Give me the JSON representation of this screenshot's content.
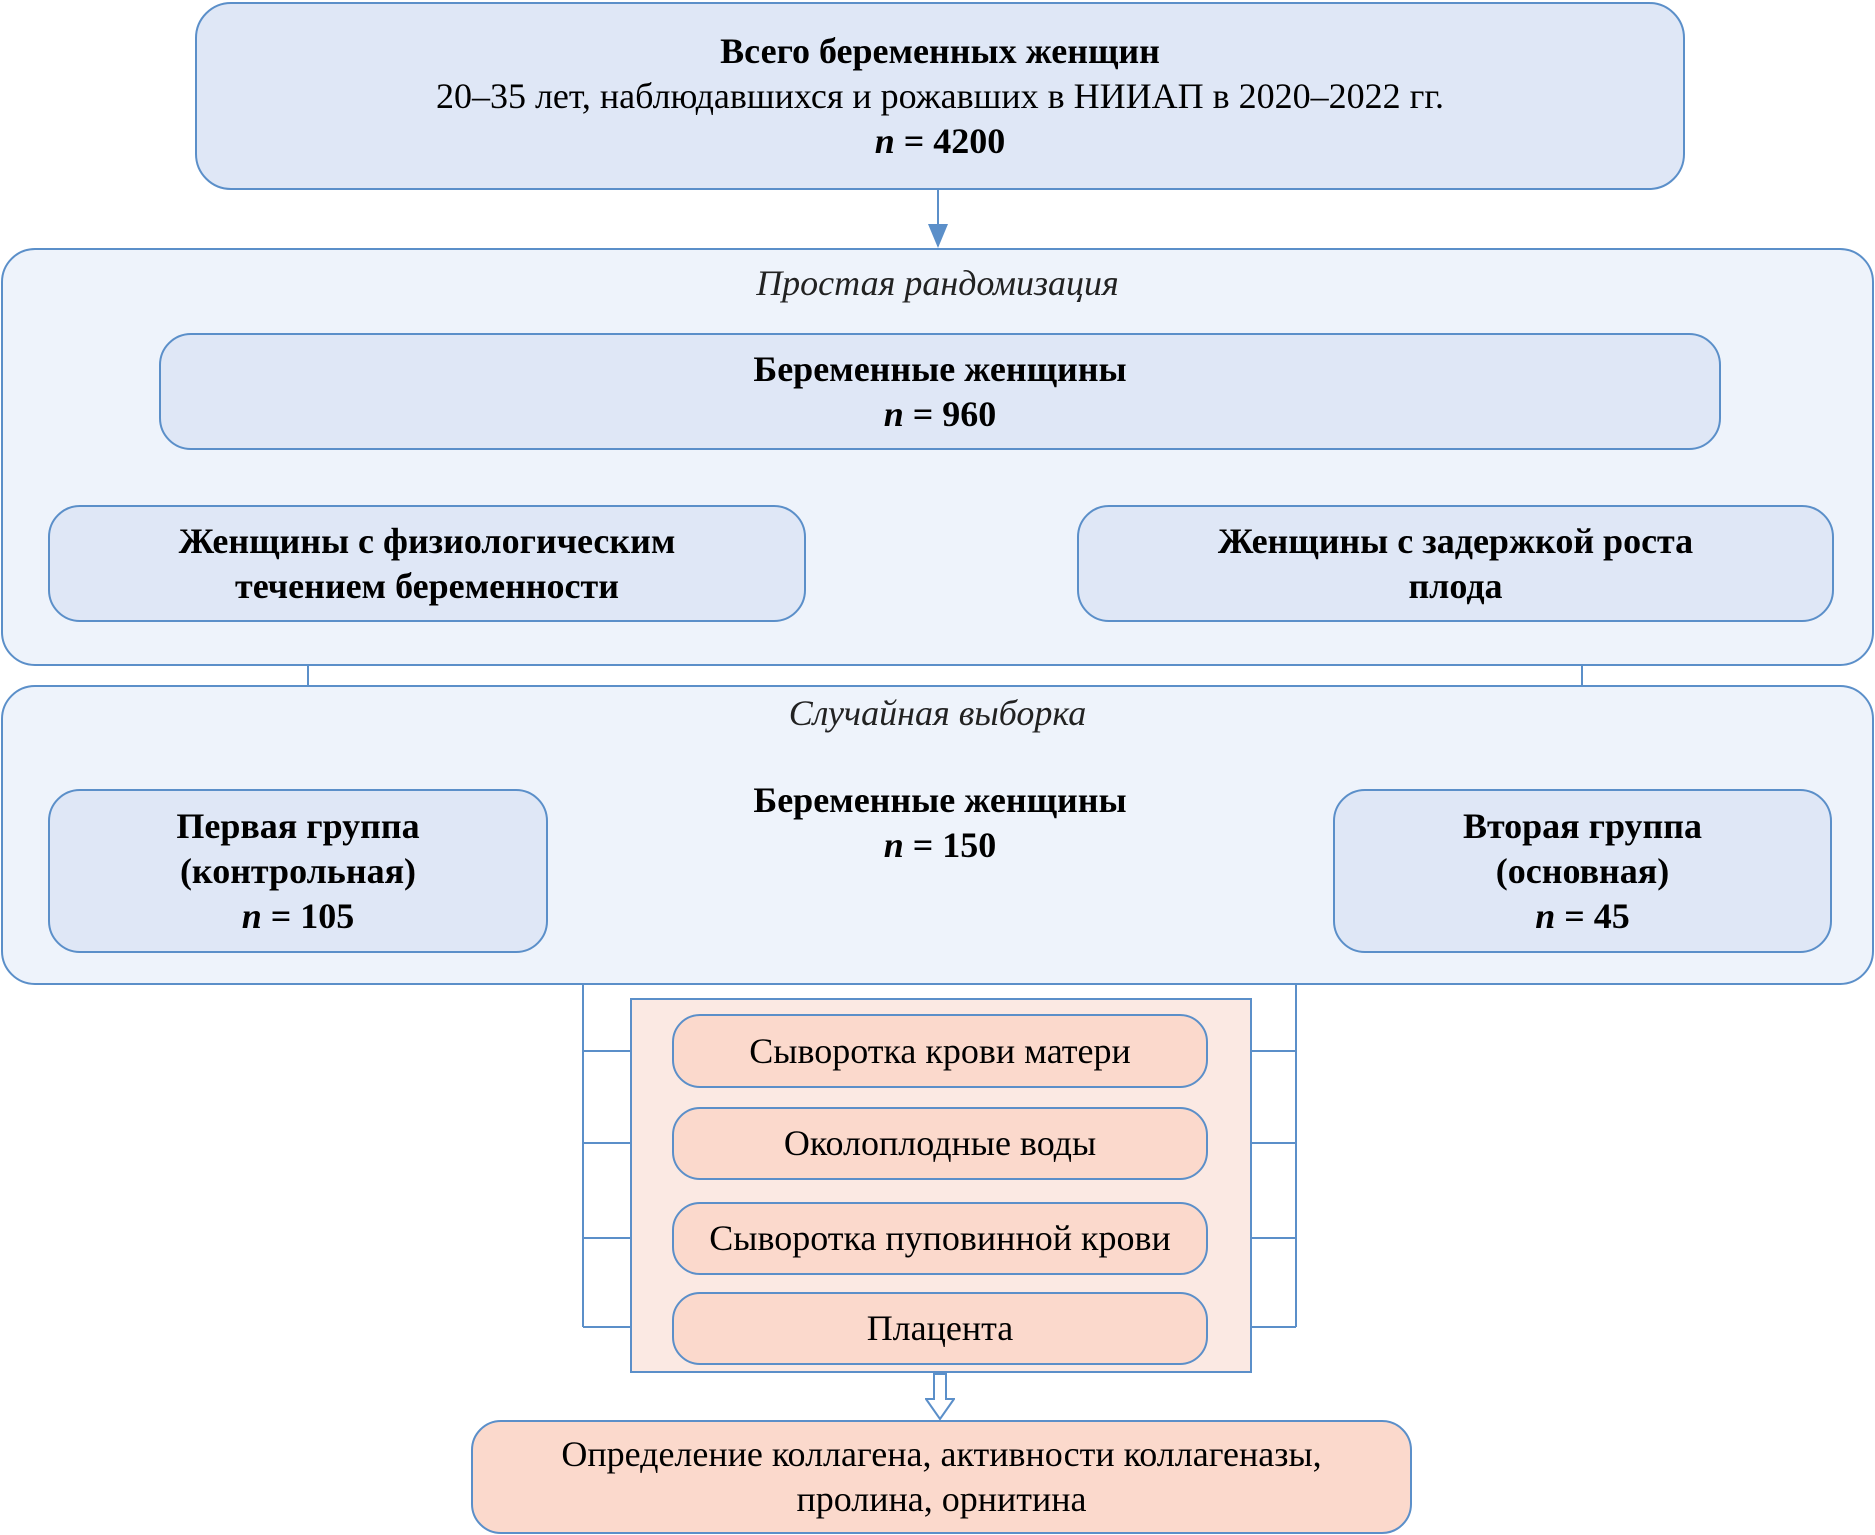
{
  "top_box": {
    "title": "Всего беременных женщин",
    "subtitle": "20–35 лет, наблюдавшихся и рожавших в НИИАП в 2020–2022 гг.",
    "n_label": "n",
    "n_value": "= 4200"
  },
  "section1": {
    "caption": "Простая рандомизация",
    "pregnant_box": {
      "title": "Беременные женщины",
      "n_label": "n",
      "n_value": "= 960"
    },
    "left_box": {
      "line1": "Женщины с физиологическим",
      "line2": "течением беременности"
    },
    "right_box": {
      "line1": "Женщины с задержкой роста",
      "line2": "плода"
    }
  },
  "section2": {
    "caption": "Случайная выборка",
    "center": {
      "title": "Беременные женщины",
      "n_label": "n",
      "n_value": "= 150"
    },
    "group1": {
      "line1": "Первая группа",
      "line2": "(контрольная)",
      "n_label": "n",
      "n_value": "= 105"
    },
    "group2": {
      "line1": "Вторая группа",
      "line2": "(основная)",
      "n_label": "n",
      "n_value": "= 45"
    }
  },
  "specimens": [
    "Сыворотка крови матери",
    "Околоплодные воды",
    "Сыворотка пуповинной крови",
    "Плацента"
  ],
  "result_box": {
    "line1": "Определение коллагена, активности коллагеназы,",
    "line2": "пролина, орнитина"
  },
  "colors": {
    "border": "#5b8fc9",
    "blue_fill": "#dfe7f6",
    "container_fill": "#eef3fb",
    "pink_fill": "#fbd9cc",
    "pink_container_fill": "#fbe9e3"
  }
}
